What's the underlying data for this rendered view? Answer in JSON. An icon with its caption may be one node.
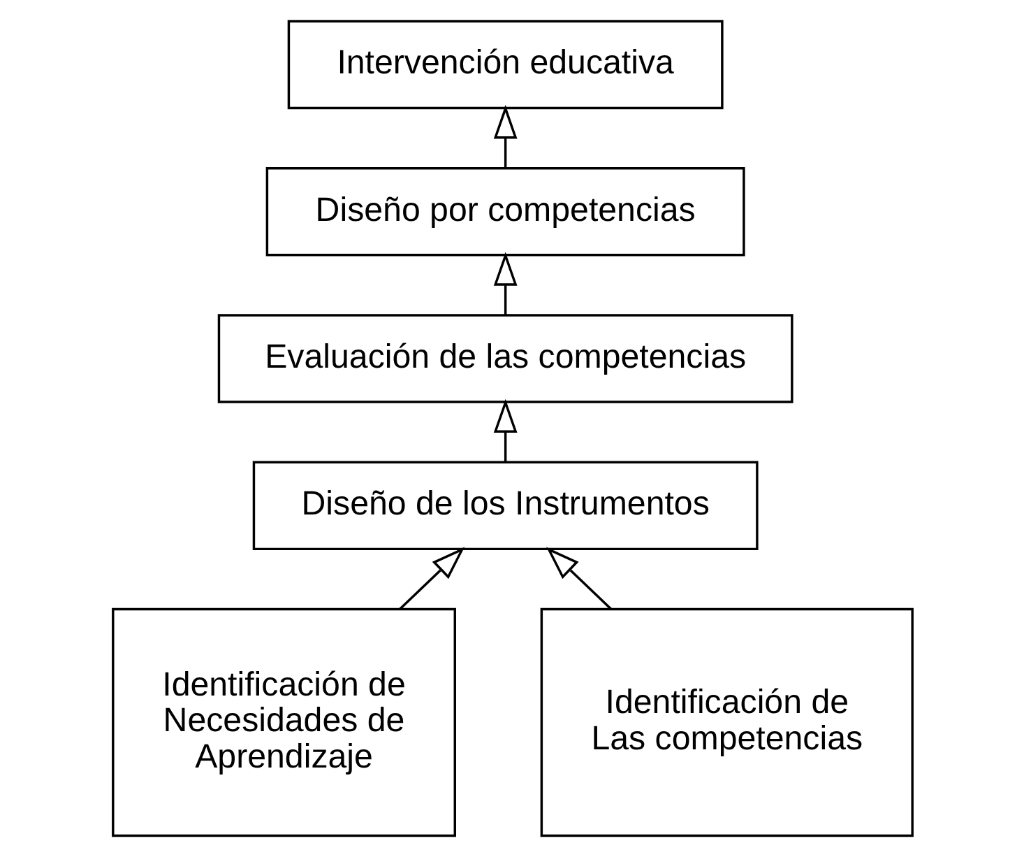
{
  "diagram": {
    "nodes": [
      {
        "text": [
          "Intervención educativa"
        ]
      },
      {
        "text": [
          "Diseño por competencias"
        ]
      },
      {
        "text": [
          "Evaluación de las competencias"
        ]
      },
      {
        "text": [
          "Diseño de los Instrumentos"
        ]
      },
      {
        "text": [
          "Identificación de Necesidades de Aprendizaje"
        ]
      },
      {
        "text": [
          "Identificación de Las competencias"
        ]
      }
    ],
    "edges": [
      {
        "from": 1,
        "to": 0,
        "arrow": "to"
      },
      {
        "from": 2,
        "to": 1,
        "arrow": "to"
      },
      {
        "from": 3,
        "to": 2,
        "arrow": "to"
      },
      {
        "from": 4,
        "to": 3,
        "arrow": "to"
      },
      {
        "from": 5,
        "to": 3,
        "arrow": "to"
      }
    ]
  }
}
